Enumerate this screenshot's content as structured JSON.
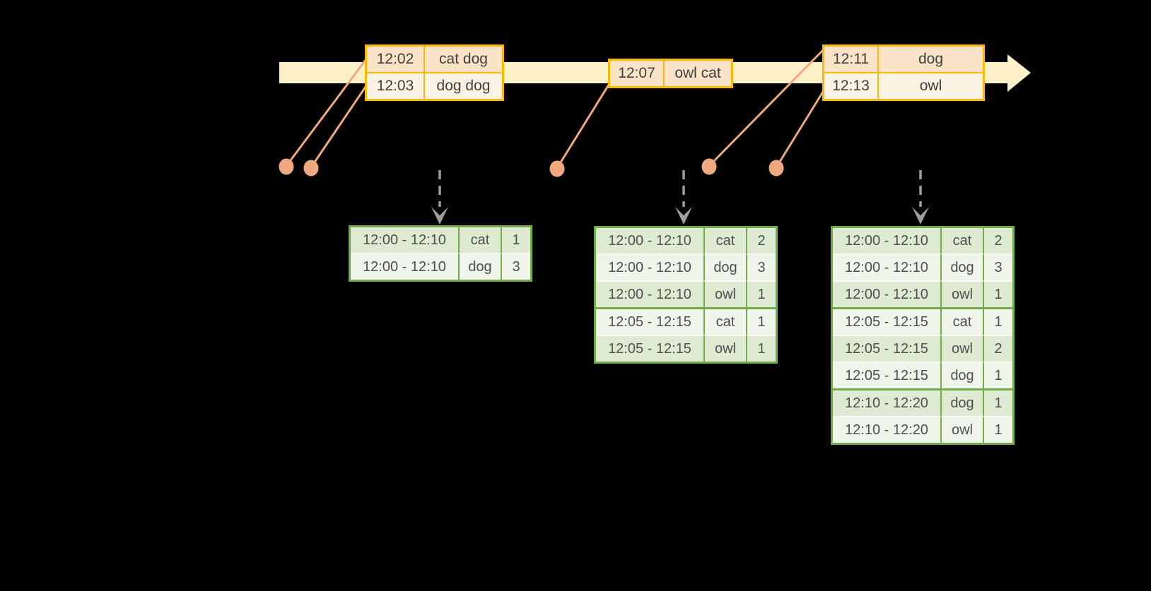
{
  "colors": {
    "background": "#000000",
    "timeline_band": "#FCF0C9",
    "event_border": "#FCBA02",
    "event_row_primary": "#FAE3C7",
    "event_row_secondary": "#FCF2E4",
    "connector": "#F0A97E",
    "dashed_arrow": "#9E9E9E",
    "table_border": "#71AC49",
    "table_row_green": "#DEEBD2",
    "table_row_light": "#F0F5EB",
    "text_dark": "#3F3F3F",
    "table_text": "#4F4F4F"
  },
  "input_stream": {
    "event_groups": [
      {
        "rows": [
          {
            "time": "12:02",
            "words": "cat dog"
          },
          {
            "time": "12:03",
            "words": "dog dog"
          }
        ]
      },
      {
        "rows": [
          {
            "time": "12:07",
            "words": "owl cat"
          }
        ]
      },
      {
        "rows": [
          {
            "time": "12:11",
            "words": "dog"
          },
          {
            "time": "12:13",
            "words": "owl"
          }
        ]
      }
    ]
  },
  "result_tables": [
    {
      "rows": [
        {
          "window": "12:00 - 12:10",
          "word": "cat",
          "count": "1"
        },
        {
          "window": "12:00 - 12:10",
          "word": "dog",
          "count": "3"
        }
      ]
    },
    {
      "rows": [
        {
          "window": "12:00 - 12:10",
          "word": "cat",
          "count": "2"
        },
        {
          "window": "12:00 - 12:10",
          "word": "dog",
          "count": "3"
        },
        {
          "window": "12:00 - 12:10",
          "word": "owl",
          "count": "1"
        },
        {
          "window": "12:05 - 12:15",
          "word": "cat",
          "count": "1"
        },
        {
          "window": "12:05 - 12:15",
          "word": "owl",
          "count": "1"
        }
      ]
    },
    {
      "rows": [
        {
          "window": "12:00 - 12:10",
          "word": "cat",
          "count": "2"
        },
        {
          "window": "12:00 - 12:10",
          "word": "dog",
          "count": "3"
        },
        {
          "window": "12:00 - 12:10",
          "word": "owl",
          "count": "1"
        },
        {
          "window": "12:05 - 12:15",
          "word": "cat",
          "count": "1"
        },
        {
          "window": "12:05 - 12:15",
          "word": "owl",
          "count": "2"
        },
        {
          "window": "12:05 - 12:15",
          "word": "dog",
          "count": "1"
        },
        {
          "window": "12:10 - 12:20",
          "word": "dog",
          "count": "1"
        },
        {
          "window": "12:10 - 12:20",
          "word": "owl",
          "count": "1"
        }
      ]
    }
  ]
}
